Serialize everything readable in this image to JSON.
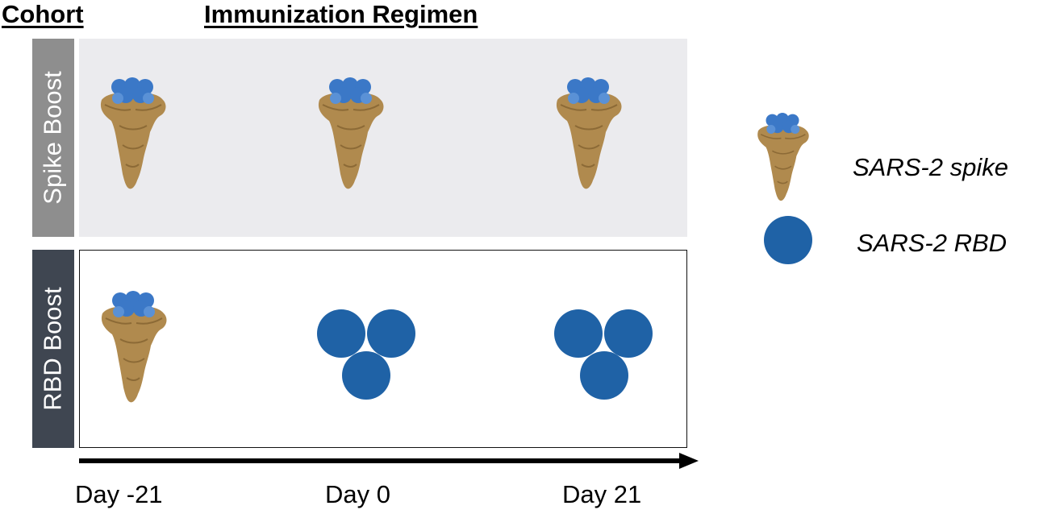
{
  "headers": {
    "cohort": "Cohort",
    "regimen": "Immunization Regimen"
  },
  "rows": [
    {
      "label": "Spike Boost",
      "immunogens": [
        "spike",
        "spike",
        "spike"
      ]
    },
    {
      "label": "RBD Boost",
      "immunogens": [
        "spike",
        "rbd-trimer",
        "rbd-trimer"
      ]
    }
  ],
  "timeline": [
    "Day -21",
    "Day 0",
    "Day 21"
  ],
  "legend": [
    {
      "icon": "spike-protein-icon",
      "label": "SARS-2 spike"
    },
    {
      "icon": "rbd-circle-icon",
      "label": "SARS-2 RBD"
    }
  ],
  "colors": {
    "spike_body": "#b08a4e",
    "spike_head": "#3b78c7",
    "rbd": "#1f62a6",
    "spike_row_label_bg": "#8e8e8e",
    "rbd_row_label_bg": "#3f4651",
    "spike_panel_bg": "#ebebee"
  }
}
